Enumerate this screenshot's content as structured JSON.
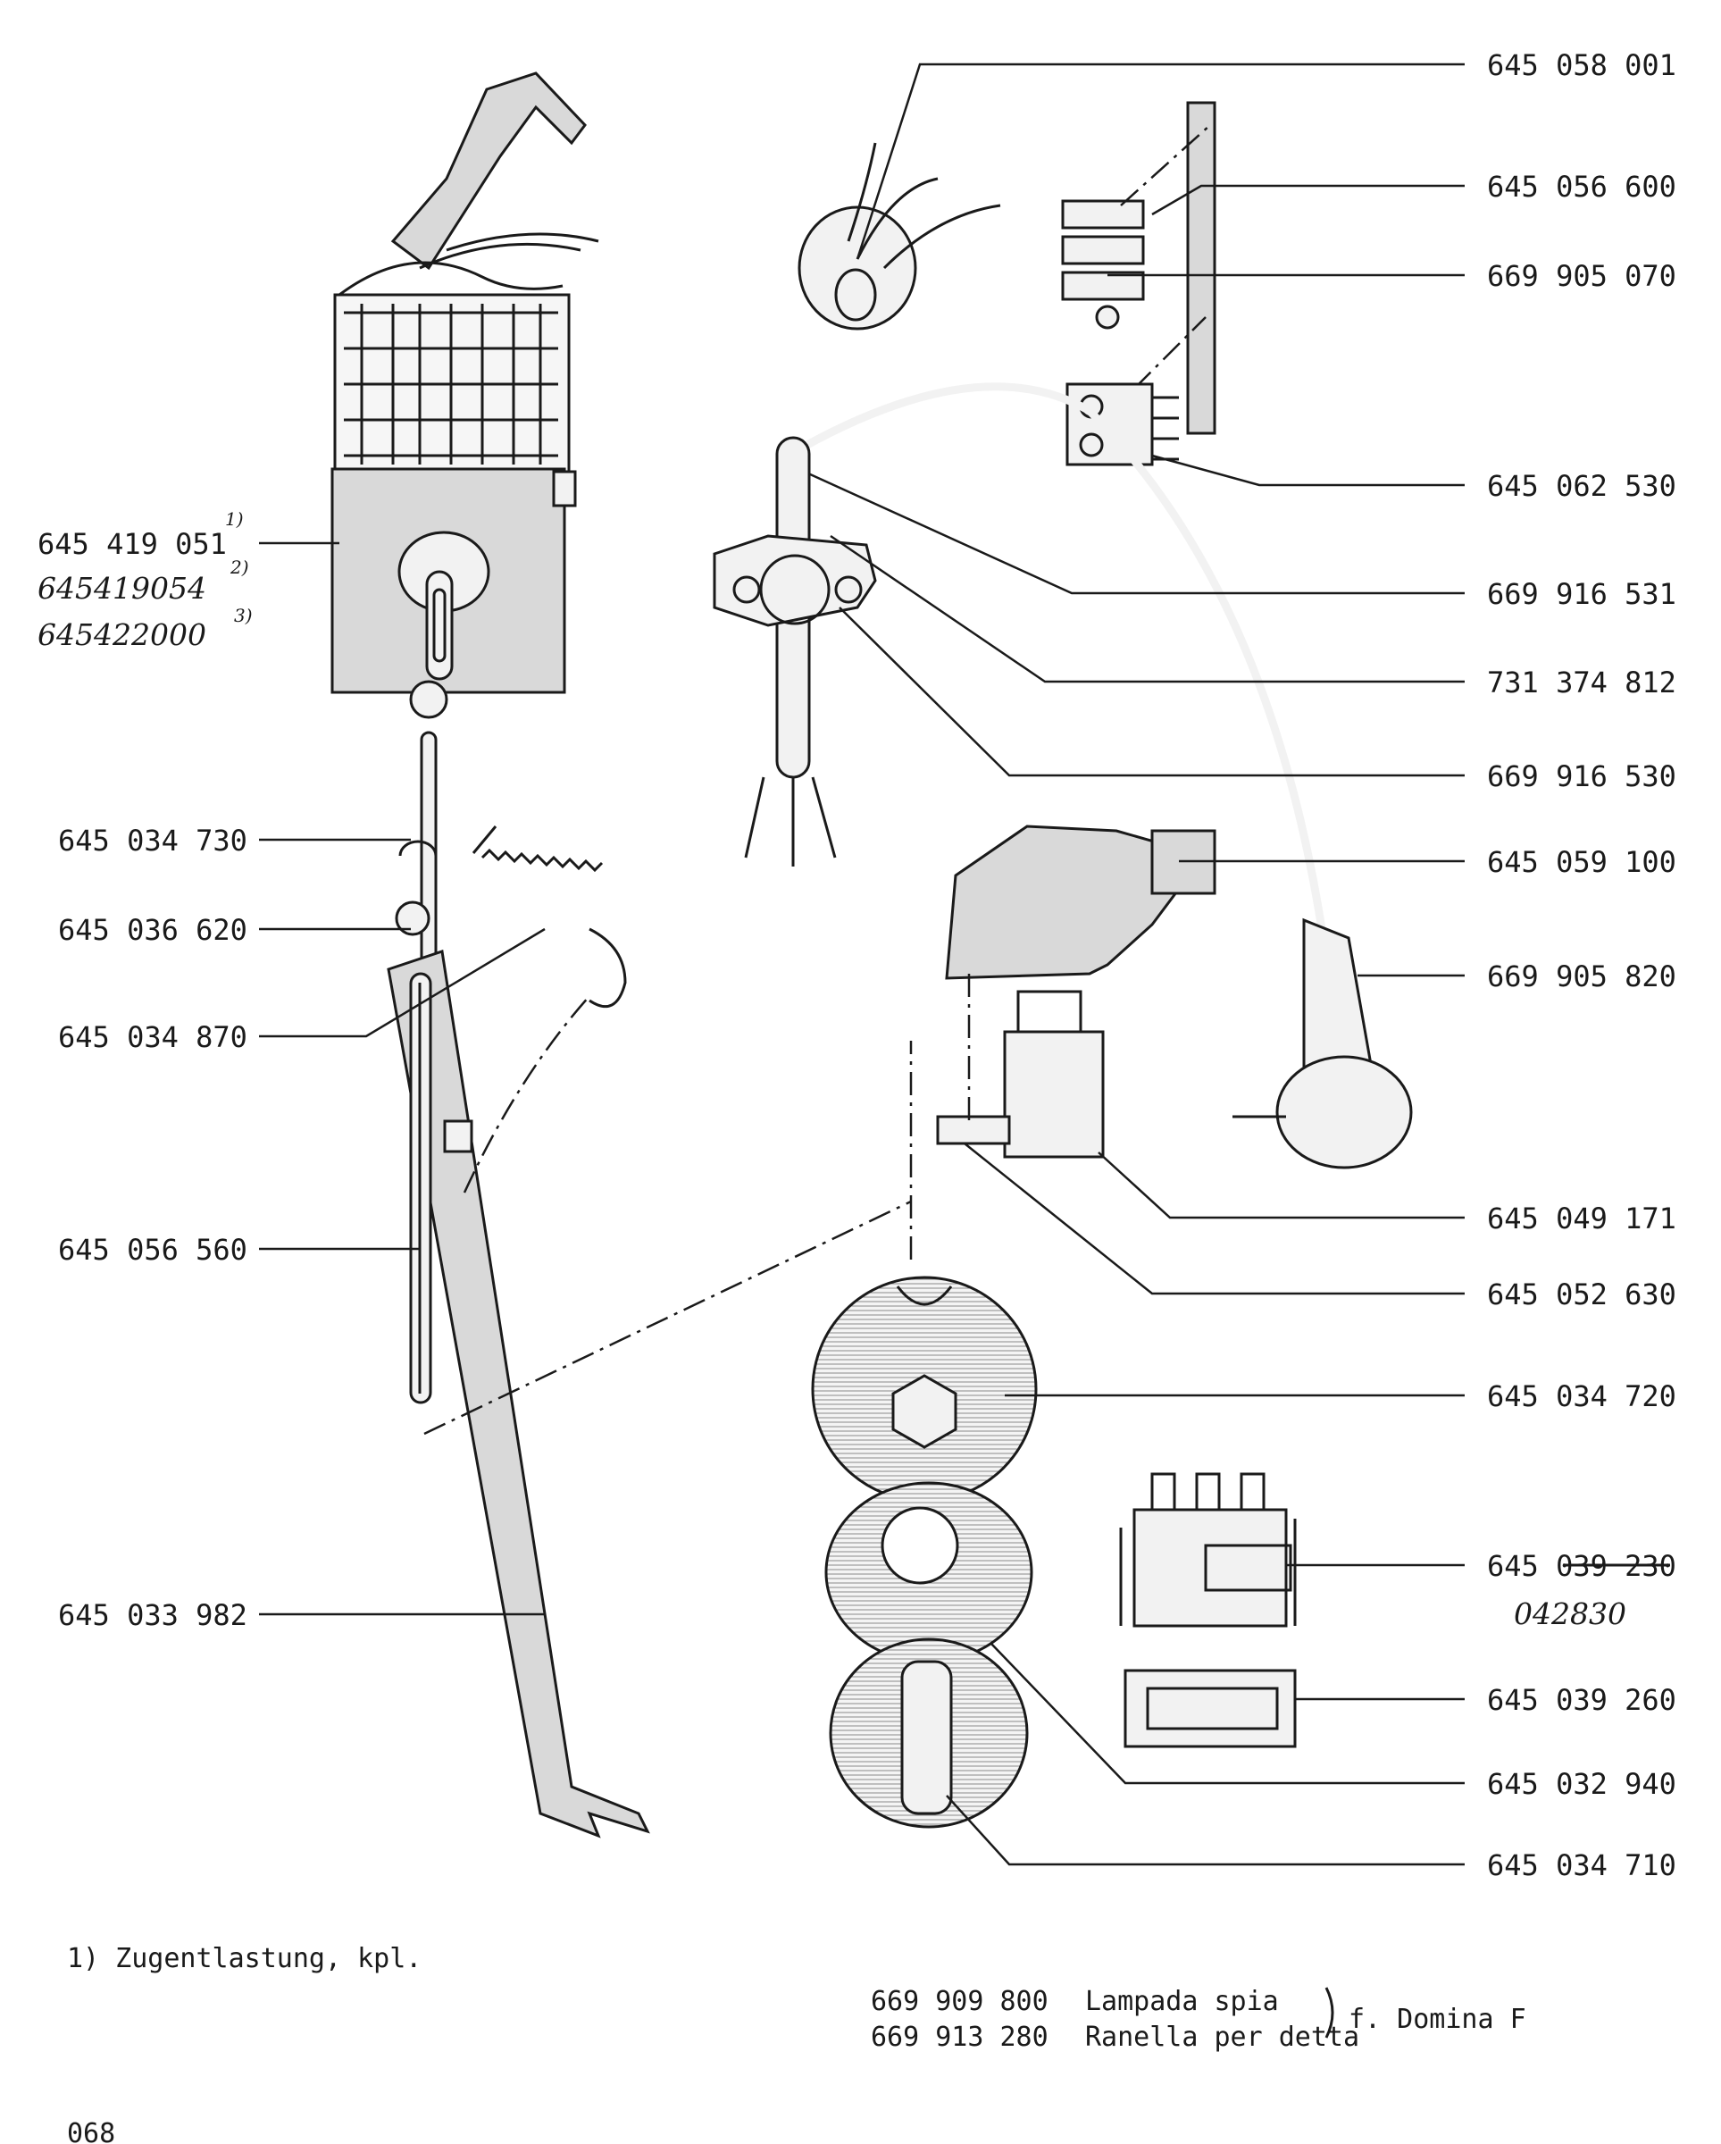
{
  "right_labels": [
    "645 058 001",
    "645 056 600",
    "669 905 070",
    "645 062 530",
    "669 916 531",
    "731 374 812",
    "669 916 530",
    "645 059 100",
    "669 905 820",
    "645 049 171",
    "645 052 630",
    "645 034 720",
    "645 039 230",
    "645 039 260",
    "645 032 940",
    "645 034 710"
  ],
  "right_label_handwritten_correction": "042830",
  "left_labels": [
    "645 419 051",
    "645 034 730",
    "645 036 620",
    "645 034 870",
    "645 056 560",
    "645 033 982"
  ],
  "left_label_superscript": "1)",
  "handwritten_alternates": [
    "645419054",
    "645422000"
  ],
  "handwritten_superscripts": [
    "2)",
    "3)"
  ],
  "footnote": "1)  Zugentlastung,  kpl.",
  "parts_table": [
    {
      "number": "669 909 800",
      "description": "Lampada spia"
    },
    {
      "number": "669 913 280",
      "description": "Ranella per detta"
    }
  ],
  "parts_table_bracket_note": "f.  Domina F",
  "page_code": "068",
  "colors": {
    "ink": "#1a1a1a",
    "paper": "#ffffff",
    "shade": "#d9d9d9"
  }
}
